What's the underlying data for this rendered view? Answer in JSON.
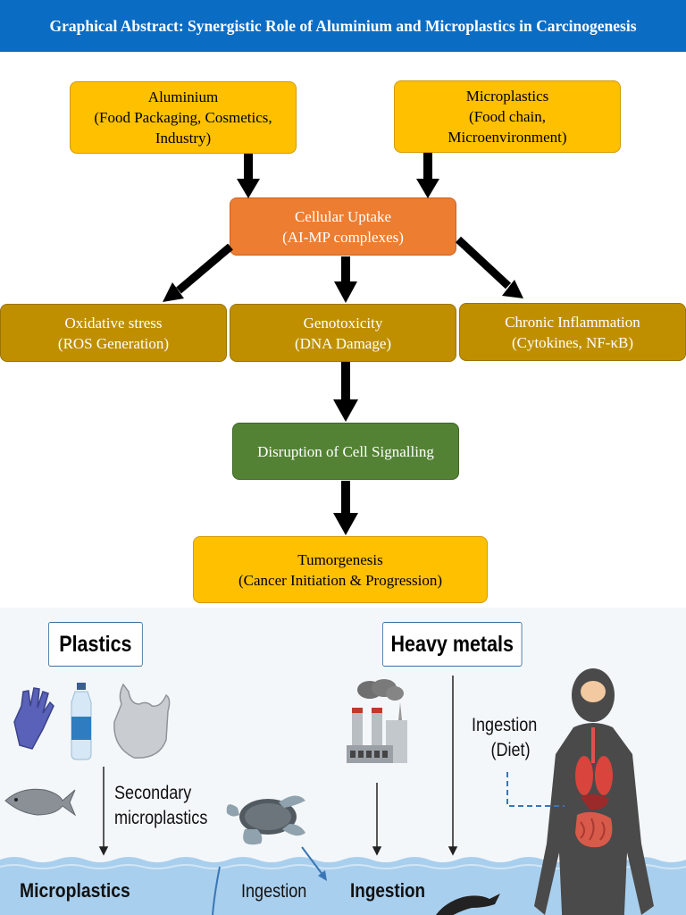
{
  "header": {
    "title": "Graphical Abstract: Synergistic Role of Aluminium and Microplastics in Carcinogenesis"
  },
  "flowchart": {
    "aluminium": {
      "title": "Aluminium",
      "subtitle": "(Food Packaging, Cosmetics,",
      "subtitle2": "Industry)"
    },
    "microplastics": {
      "title": "Microplastics",
      "subtitle": "(Food chain,",
      "subtitle2": "Microenvironment)"
    },
    "uptake": {
      "title": "Cellular Uptake",
      "subtitle": "(AI-MP complexes)"
    },
    "oxidative": {
      "title": "Oxidative stress",
      "subtitle": "(ROS Generation)"
    },
    "genotoxicity": {
      "title": "Genotoxicity",
      "subtitle": "(DNA Damage)"
    },
    "inflammation": {
      "title": "Chronic Inflammation",
      "subtitle": "(Cytokines, NF-κB)"
    },
    "signalling": {
      "title": "Disruption of Cell Signalling"
    },
    "tumorgenesis": {
      "title": "Tumorgenesis",
      "subtitle": "(Cancer Initiation & Progression)"
    }
  },
  "illustration": {
    "plastics_tag": "Plastics",
    "heavy_metals_tag": "Heavy metals",
    "secondary_line1": "Secondary",
    "secondary_line2": "microplastics",
    "ingestion_diet_line1": "Ingestion",
    "ingestion_diet_line2": "(Diet)",
    "microplastics_label": "Microplastics",
    "ingestion_left": "Ingestion",
    "ingestion_right": "Ingestion"
  },
  "colors": {
    "header": "#0b6cc4",
    "yellow_box": "#ffc000",
    "orange_box": "#ed7d31",
    "olive_box": "#bf8f00",
    "green_box": "#548235",
    "water": "#a9cfee"
  },
  "icons": [
    "glove-icon",
    "water-bottle-icon",
    "plastic-bag-icon",
    "fish-icon",
    "turtle-icon",
    "factory-icon",
    "human-anatomy-icon",
    "bird-icon"
  ]
}
